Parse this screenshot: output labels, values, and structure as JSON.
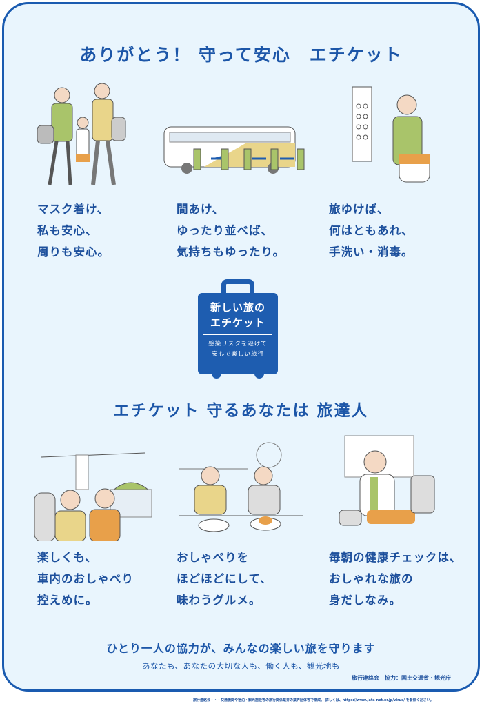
{
  "title": "ありがとう！ 守って安心　エチケット",
  "top_captions": [
    [
      "マスク着け、",
      "私も安心、",
      "周りも安心。"
    ],
    [
      "間あけ、",
      "ゆったり並べば、",
      "気持ちもゆったり。"
    ],
    [
      "旅ゆけば、",
      "何はともあれ、",
      "手洗い・消毒。"
    ]
  ],
  "logo": {
    "line1": "新しい旅の",
    "line2": "エチケット",
    "sub1": "感染リスクを避けて",
    "sub2": "安心で楽しい旅行"
  },
  "subtitle": "エチケット 守るあなたは 旅達人",
  "bottom_captions": [
    [
      "楽しくも、",
      "車内のおしゃべり",
      "控えめに。"
    ],
    [
      "おしゃべりを",
      "ほどほどにして、",
      "味わうグルメ。"
    ],
    [
      "毎朝の健康チェックは、",
      "おしゃれな旅の",
      "身だしなみ。"
    ]
  ],
  "footer": {
    "main": "ひとり一人の協力が、みんなの楽しい旅を守ります",
    "sub": "あなたも、あなたの大切な人も、働く人も、観光地も",
    "credit": "旅行連絡会　協力：国土交通省・観光庁",
    "note": "旅行連絡会・・・交通機関や宿泊・観光施設等の旅行関係業界の業界団体等で構成。 詳しくは、https://www.jata-net.or.jp/virus/ を参照ください。"
  },
  "colors": {
    "primary": "#1c56a8",
    "background": "#e9f5fd"
  }
}
